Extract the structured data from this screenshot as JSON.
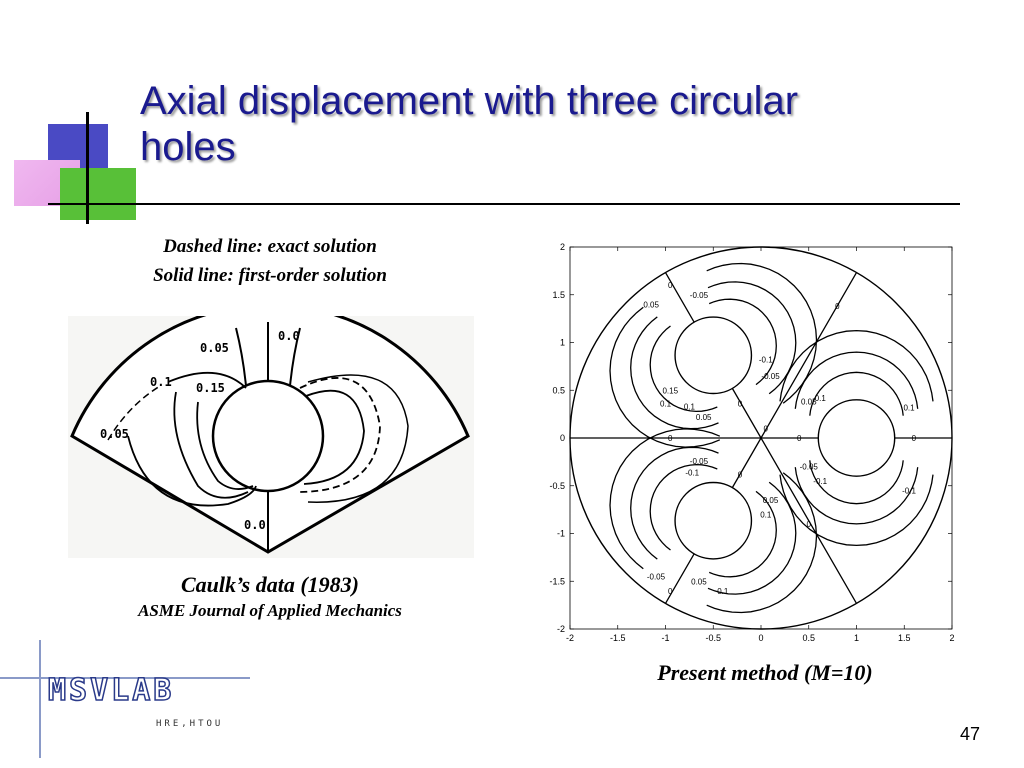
{
  "slide": {
    "title_line1": "Axial displacement with three circular",
    "title_line2": "holes",
    "page_number": "47"
  },
  "left_figure": {
    "caption_line1": "Dashed line: exact solution",
    "caption_line2": "Solid line: first-order solution",
    "source": "Caulk’s data (1983)",
    "journal": "ASME Journal of Applied Mechanics",
    "labels": [
      "0.0",
      "0.05",
      "0.1",
      "0.15",
      "0.05",
      "0.0"
    ]
  },
  "right_figure": {
    "caption": "Present method (M=10)",
    "chart_data": {
      "type": "contour",
      "xlim": [
        -2,
        2
      ],
      "ylim": [
        -2,
        2
      ],
      "x_ticks": [
        "-2",
        "-1.5",
        "-1",
        "-0.5",
        "0",
        "0.5",
        "1",
        "1.5",
        "2"
      ],
      "y_ticks": [
        "2",
        "1.5",
        "1",
        "0.5",
        "0",
        "-0.5",
        "-1",
        "-1.5",
        "-2"
      ],
      "outer_circle": {
        "cx": 0,
        "cy": 0,
        "r": 2
      },
      "holes": [
        {
          "cx": 1.0,
          "cy": 0,
          "r": 0.4
        },
        {
          "cx": -0.5,
          "cy": 0.866,
          "r": 0.4
        },
        {
          "cx": -0.5,
          "cy": -0.866,
          "r": 0.4
        }
      ],
      "contour_labels": [
        {
          "text": "0",
          "x": -0.95,
          "y": 0
        },
        {
          "text": "0",
          "x": 0.4,
          "y": 0
        },
        {
          "text": "0",
          "x": 1.6,
          "y": 0
        },
        {
          "text": "0",
          "x": 0.8,
          "y": 1.38
        },
        {
          "text": "0",
          "x": -0.95,
          "y": 1.6
        },
        {
          "text": "-0.05",
          "x": -0.65,
          "y": 1.5
        },
        {
          "text": "0.05",
          "x": -1.15,
          "y": 1.4
        },
        {
          "text": "-0.1",
          "x": 0.05,
          "y": 0.82
        },
        {
          "text": "-0.05",
          "x": 0.1,
          "y": 0.65
        },
        {
          "text": "0.15",
          "x": -0.95,
          "y": 0.5
        },
        {
          "text": "0.1",
          "x": -1.0,
          "y": 0.36
        },
        {
          "text": "0.1",
          "x": -0.75,
          "y": 0.33
        },
        {
          "text": "0.05",
          "x": -0.6,
          "y": 0.22
        },
        {
          "text": "0",
          "x": -0.22,
          "y": 0.36
        },
        {
          "text": "0",
          "x": 0.05,
          "y": 0.1
        },
        {
          "text": "0.05",
          "x": 0.5,
          "y": 0.38
        },
        {
          "text": "0.1",
          "x": 0.62,
          "y": 0.42
        },
        {
          "text": "0.1",
          "x": 1.55,
          "y": 0.32
        },
        {
          "text": "-0.05",
          "x": -0.65,
          "y": -0.24
        },
        {
          "text": "-0.1",
          "x": -0.72,
          "y": -0.36
        },
        {
          "text": "0",
          "x": -0.22,
          "y": -0.38
        },
        {
          "text": "0.05",
          "x": 0.1,
          "y": -0.65
        },
        {
          "text": "0.1",
          "x": 0.05,
          "y": -0.8
        },
        {
          "text": "-0.05",
          "x": 0.5,
          "y": -0.3
        },
        {
          "text": "-0.1",
          "x": 0.62,
          "y": -0.45
        },
        {
          "text": "-0.1",
          "x": 1.55,
          "y": -0.55
        },
        {
          "text": "0",
          "x": 0.5,
          "y": -0.9
        },
        {
          "text": "-0.05",
          "x": -1.1,
          "y": -1.45
        },
        {
          "text": "0",
          "x": -0.95,
          "y": -1.6
        },
        {
          "text": "0.05",
          "x": -0.65,
          "y": -1.5
        },
        {
          "text": "0.1",
          "x": -0.4,
          "y": -1.6
        }
      ]
    }
  },
  "logo": {
    "name": "MSVLAB",
    "sub": "HRE,HTOU"
  }
}
